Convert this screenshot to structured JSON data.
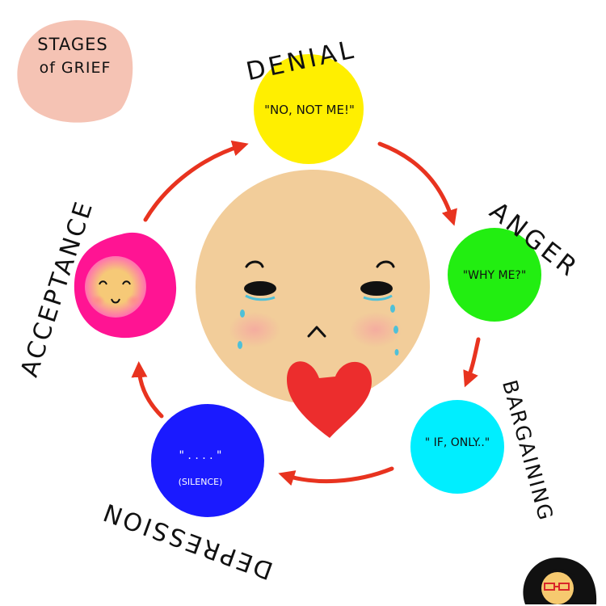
{
  "title": {
    "line1": "STAGES",
    "line2": "of GRIEF"
  },
  "stages": [
    {
      "name": "DENIAL",
      "quote": "\"NO, NOT ME!\"",
      "color": "#ffef00"
    },
    {
      "name": "ANGER",
      "quote": "\"WHY ME?\"",
      "color": "#22ee11"
    },
    {
      "name": "BARGAINING",
      "quote": "\" IF, ONLY..\"",
      "color": "#00eeff"
    },
    {
      "name": "DEPRESSION",
      "quote": "\" . . . . \"",
      "subquote": "(SILENCE)",
      "color": "#1a1aff"
    },
    {
      "name": "ACCEPTANCE",
      "quote": "",
      "color": "#ff1493"
    }
  ],
  "colors": {
    "title_blob": "#f5c3b4",
    "face": "#f2cd9a",
    "blush": "#f5a9a0",
    "tear": "#4fc0d8",
    "heart": "#ec2d2d",
    "arrow": "#e8331f",
    "acceptance_face": "#f6c977"
  },
  "icons": [
    "crying-face-icon",
    "heart-icon",
    "smiling-face-icon",
    "artist-avatar-icon"
  ]
}
